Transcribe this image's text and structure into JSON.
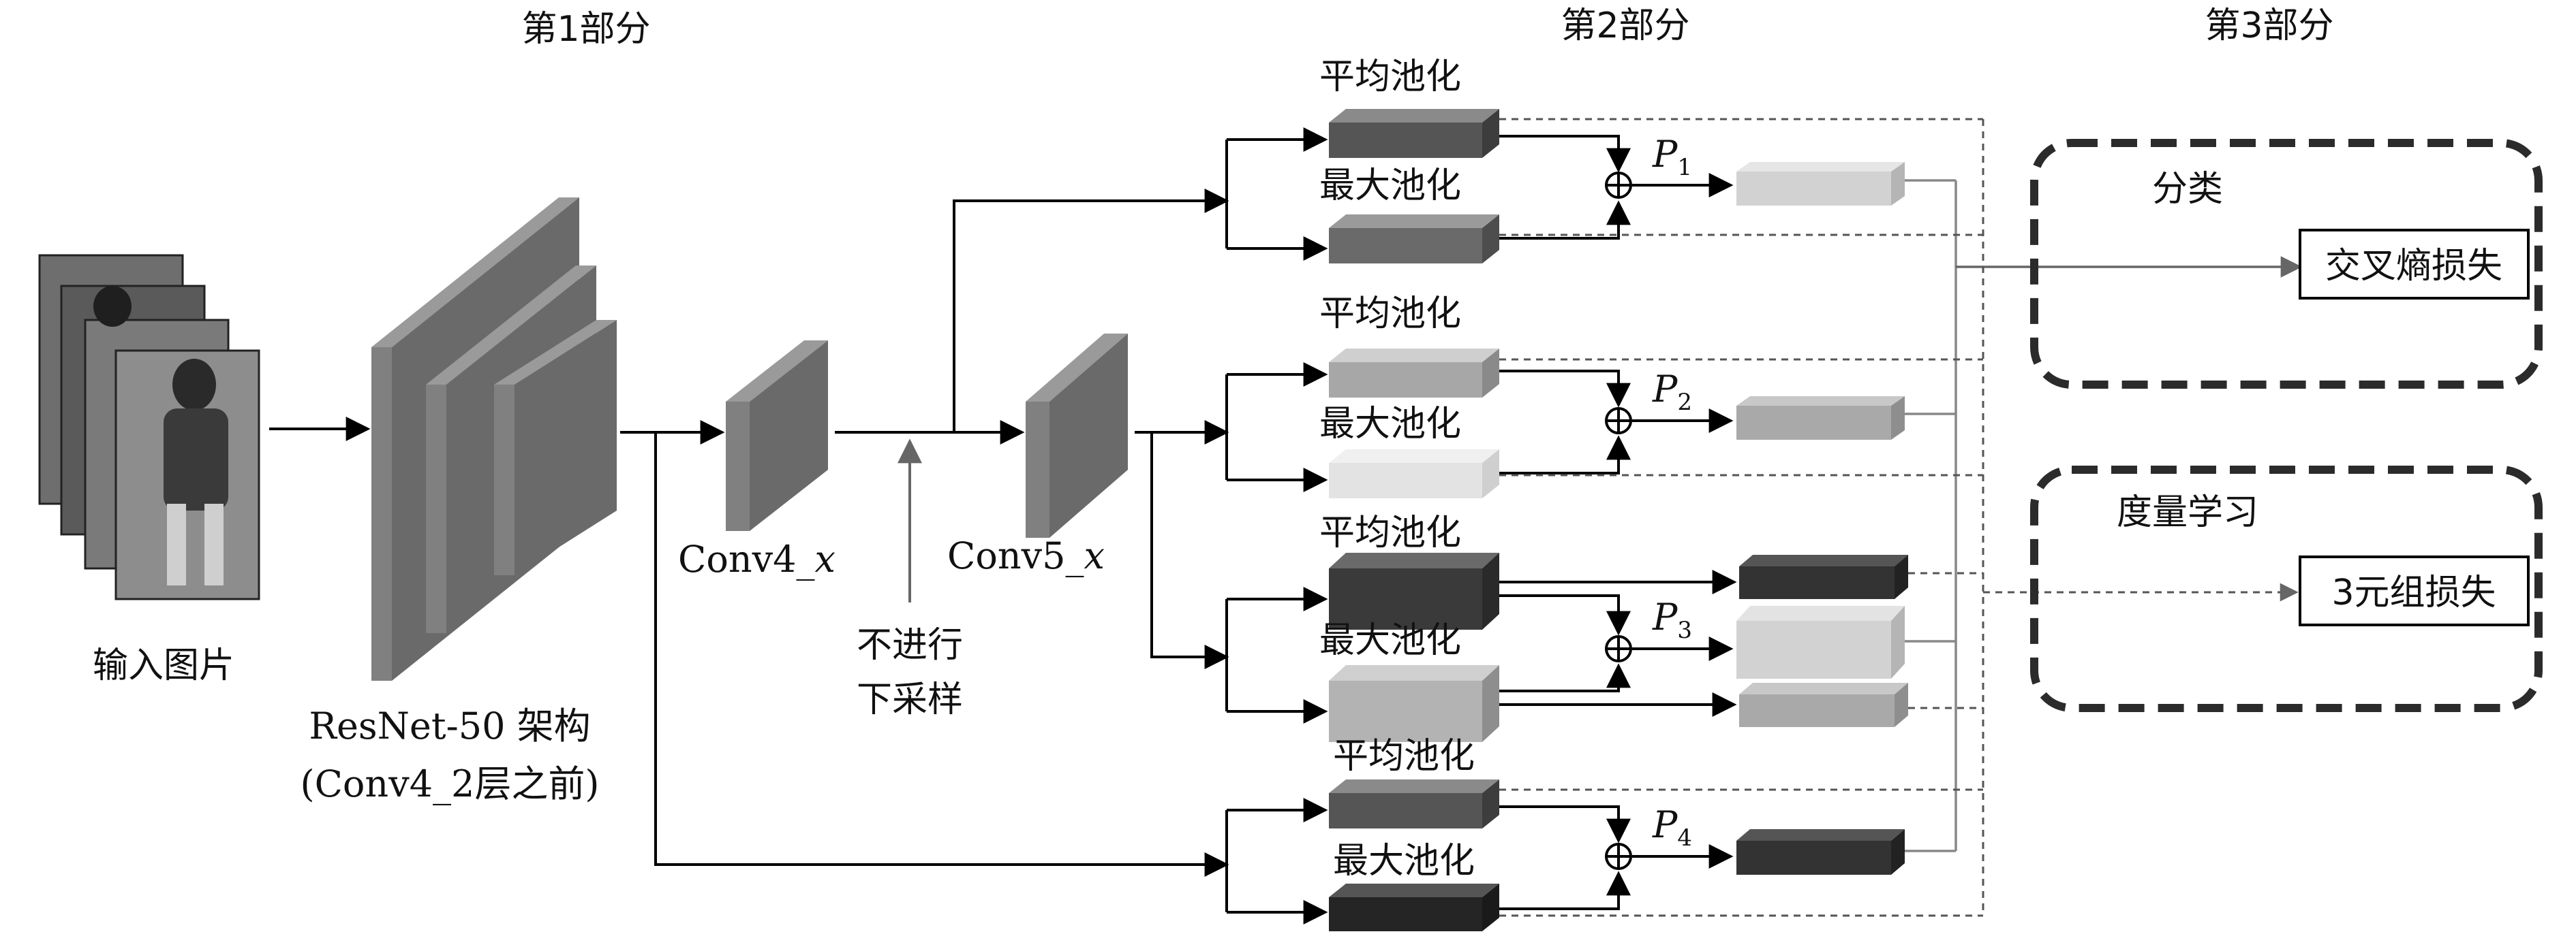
{
  "sections": {
    "part1": "第1部分",
    "part2": "第2部分",
    "part3": "第3部分"
  },
  "input": {
    "label": "输入图片"
  },
  "backbone": {
    "name": "ResNet-50 架构",
    "note": "(Conv4_2层之前)"
  },
  "stages": {
    "conv4": {
      "name": "Conv4",
      "var": "x"
    },
    "conv5": {
      "name": "Conv5",
      "var": "x"
    }
  },
  "no_downsample": {
    "line1": "不进行",
    "line2": "下采样"
  },
  "branches": [
    {
      "pool_labels": [
        "平均池化",
        "最大池化"
      ],
      "p": "P",
      "sub": "1"
    },
    {
      "pool_labels": [
        "平均池化",
        "最大池化"
      ],
      "p": "P",
      "sub": "2"
    },
    {
      "pool_labels": [
        "平均池化",
        "最大池化"
      ],
      "p": "P",
      "sub": "3"
    },
    {
      "pool_labels": [
        "平均池化",
        "最大池化"
      ],
      "p": "P",
      "sub": "4"
    }
  ],
  "losses": {
    "classification": {
      "title": "分类",
      "loss": "交叉熵损失"
    },
    "metric": {
      "title": "度量学习",
      "loss": "3元组损失"
    }
  },
  "colors": {
    "block_dark": "#3a3a3a",
    "block_mid": "#686868",
    "block_light": "#b3b3b3",
    "block_lighter": "#d6d6d6",
    "block_lightest": "#e6e6e6",
    "box_border": "#2b2b2b"
  }
}
